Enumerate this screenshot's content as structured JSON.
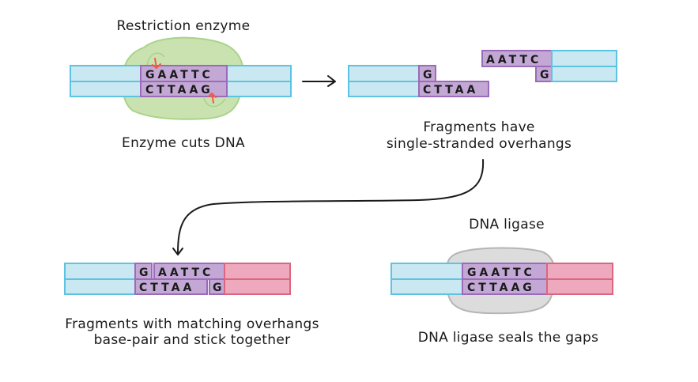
{
  "colors": {
    "flanking_dna_left": "#c9e8f2",
    "flanking_dna_right": "#efa9bf",
    "recognition_site": "#c3a8d6",
    "restriction_enzyme": "#c9e2b0",
    "dna_ligase": "#dcdcdc",
    "cut_marker": "#ef5a4a"
  },
  "step1": {
    "title": "Restriction enzyme",
    "caption": "Enzyme cuts DNA",
    "top_strand": "GAATTC",
    "bottom_strand": "CTTAAG"
  },
  "step2": {
    "caption_line1": "Fragments have",
    "caption_line2": "single-stranded overhangs",
    "left_fragment": {
      "top": "G",
      "bottom": "CTTAA"
    },
    "right_fragment": {
      "top": "AATTC",
      "bottom": "G"
    }
  },
  "step3": {
    "caption_line1": "Fragments with matching overhangs",
    "caption_line2": "base-pair and stick together",
    "top_left": "G",
    "top_right": "AATTC",
    "bottom_left": "CTTAA",
    "bottom_right": "G"
  },
  "step4": {
    "title": "DNA ligase",
    "caption": "DNA ligase seals the gaps",
    "top_strand": "GAATTC",
    "bottom_strand": "CTTAAG"
  }
}
